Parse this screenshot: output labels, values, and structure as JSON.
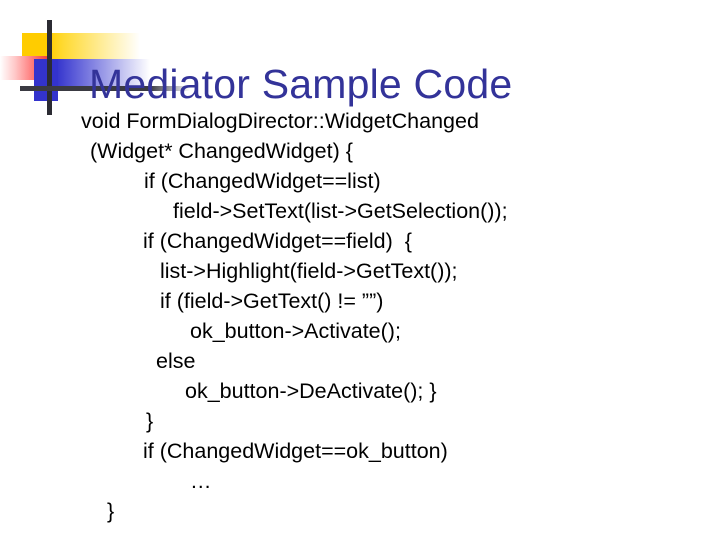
{
  "slide": {
    "title": "Mediator Sample Code",
    "title_color": "#333399",
    "background_color": "#FFFFFF",
    "body_text_color": "#000000"
  },
  "logo": {
    "name": "decorative-corner-mark",
    "yellow": "#FFCC00",
    "red": "#F03A2E",
    "blue": "#3333CC",
    "rule": "#2B2B33"
  },
  "code": {
    "lines": [
      {
        "indent": 81,
        "text": "void FormDialogDirector::WidgetChanged"
      },
      {
        "indent": 90,
        "text": "(Widget* ChangedWidget) {"
      },
      {
        "indent": 144,
        "text": "if (ChangedWidget==list)"
      },
      {
        "indent": 173,
        "text": "field->SetText(list->GetSelection());"
      },
      {
        "indent": 143,
        "text": "if (ChangedWidget==field)  {"
      },
      {
        "indent": 160,
        "text": "list->Highlight(field->GetText());"
      },
      {
        "indent": 160,
        "text": "if (field->GetText() != ””)"
      },
      {
        "indent": 190,
        "text": "ok_button->Activate();"
      },
      {
        "indent": 156,
        "text": "else"
      },
      {
        "indent": 185,
        "text": "ok_button->DeActivate(); }"
      },
      {
        "indent": 146,
        "text": "}"
      },
      {
        "indent": 143,
        "text": "if (ChangedWidget==ok_button)"
      },
      {
        "indent": 190,
        "text": "…"
      },
      {
        "indent": 107,
        "text": "}"
      }
    ]
  }
}
